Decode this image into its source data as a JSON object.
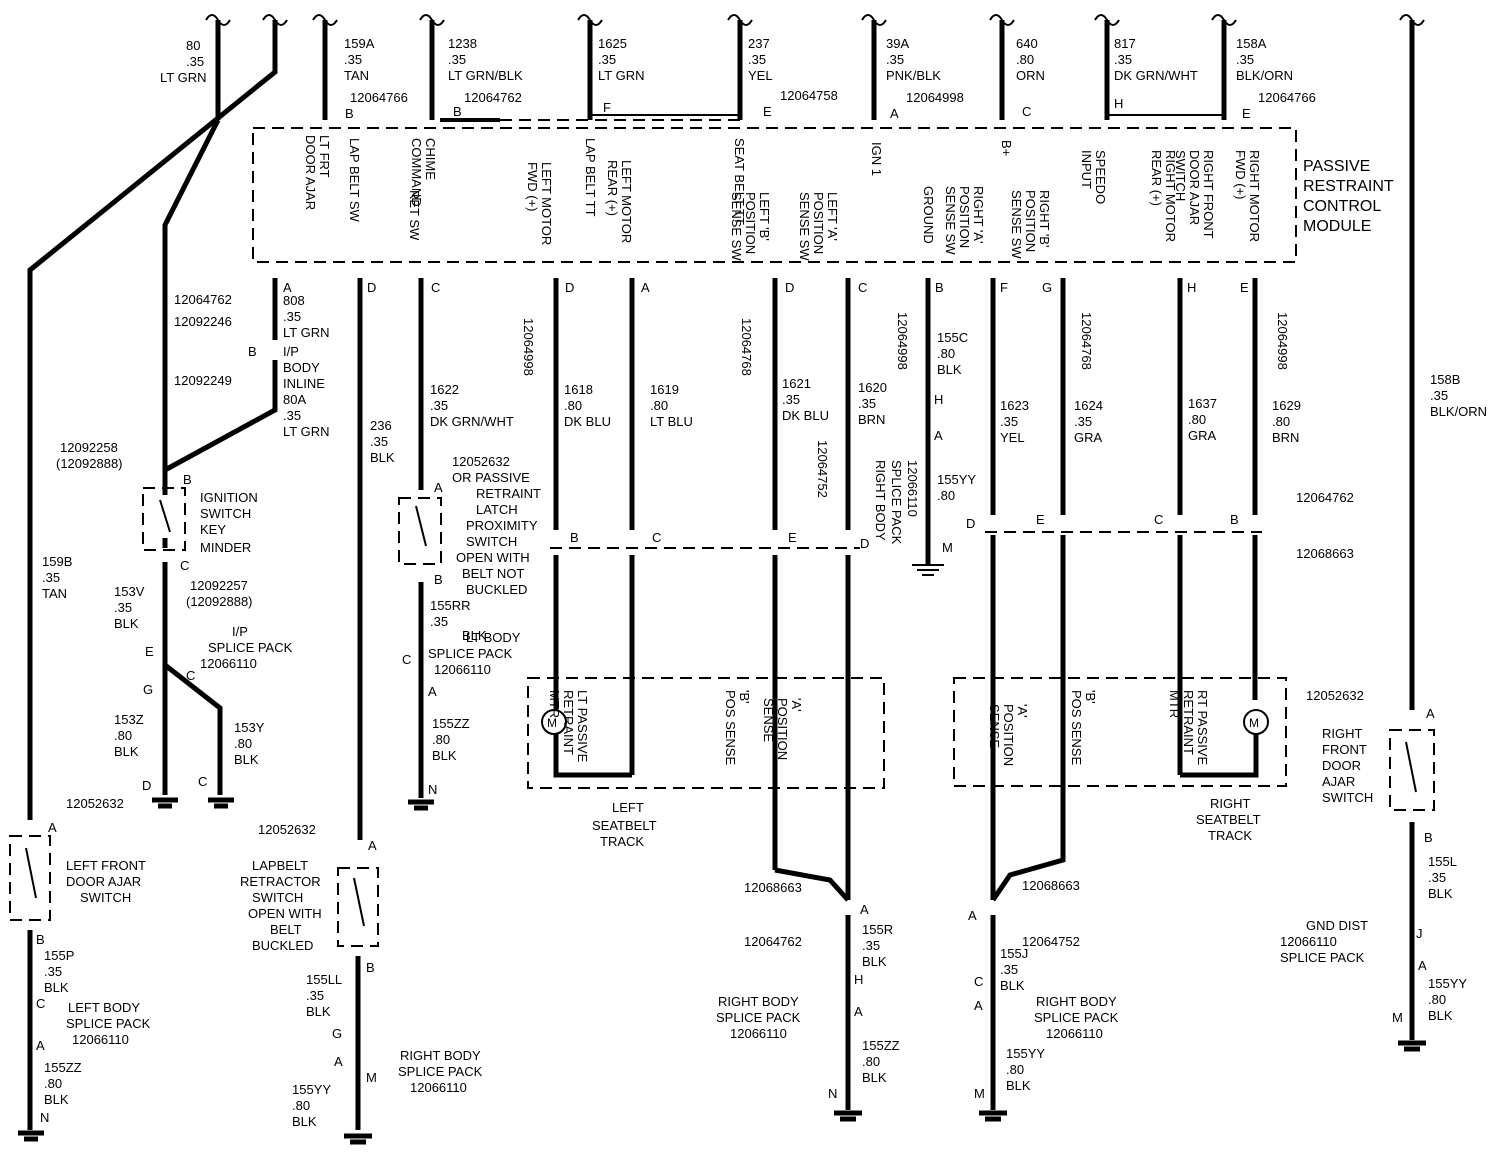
{
  "module_title": [
    "PASSIVE",
    "RESTRAINT",
    "CONTROL",
    "MODULE"
  ],
  "module_terminals": [
    [
      "LT FRT",
      "DOOR AJAR"
    ],
    [
      "LAP BELT SW"
    ],
    [
      "RET SW"
    ],
    [
      "CHIME",
      "COMMAND"
    ],
    [
      "LEFT MOTOR",
      "FWD (+)"
    ],
    [
      "LAP BELT TT"
    ],
    [
      "LEFT MOTOR",
      "REAR (+)"
    ],
    [
      "SEAT BELT TT"
    ],
    [
      "LEFT 'B'",
      "POSITION",
      "SENSE SW"
    ],
    [
      "LEFT 'A'",
      "POSITION",
      "SENSE SW"
    ],
    [
      "IGN 1"
    ],
    [
      "GROUND"
    ],
    [
      "RIGHT 'A'",
      "POSITION",
      "SENSE SW"
    ],
    [
      "B+"
    ],
    [
      "RIGHT 'B'",
      "POSITION",
      "SENSE SW"
    ],
    [
      "SPEEDO",
      "INPUT"
    ],
    [
      "RIGHT MOTOR",
      "REAR (+)"
    ],
    [
      "RIGHT FRONT",
      "DOOR AJAR",
      "SWITCH"
    ],
    [
      "RIGHT MOTOR",
      "FWD (+)"
    ]
  ],
  "top_wires": [
    [
      "80",
      ".35",
      "LT GRN"
    ],
    [
      "159A",
      ".35",
      "TAN"
    ],
    [
      "1238",
      ".35",
      "LT GRN/BLK"
    ],
    [
      "1625",
      ".35",
      "LT GRN"
    ],
    [
      "237",
      ".35",
      "YEL"
    ],
    [
      "39A",
      ".35",
      "PNK/BLK"
    ],
    [
      "640",
      ".80",
      "ORN"
    ],
    [
      "817",
      ".35",
      "DK GRN/WHT"
    ],
    [
      "158A",
      ".35",
      "BLK/ORN"
    ]
  ],
  "top_pins": [
    "B",
    "B",
    "F",
    "E",
    "A",
    "C",
    "H",
    "E"
  ],
  "top_connectors": [
    "12064766",
    "12064762",
    "12064758",
    "12064998",
    "12064766"
  ],
  "lower_pins": [
    "A",
    "D",
    "C",
    "D",
    "A",
    "D",
    "C",
    "B",
    "F",
    "G",
    "H",
    "E"
  ],
  "lower_connectors": [
    "12064762",
    "12092246",
    "12092249",
    "12064998",
    "12064768",
    "12064998",
    "12064768",
    "12064998"
  ],
  "inline_wires": [
    [
      "808",
      ".35",
      "LT GRN"
    ],
    [
      "80A",
      ".35",
      "LT GRN"
    ],
    [
      "236",
      ".35",
      "BLK"
    ],
    [
      "1622",
      ".35",
      "DK GRN/WHT"
    ],
    [
      "1618",
      ".80",
      "DK BLU"
    ],
    [
      "1619",
      ".80",
      "LT BLU"
    ],
    [
      "1621",
      ".35",
      "DK BLU"
    ],
    [
      "1620",
      ".35",
      "BRN"
    ],
    [
      "155C",
      ".80",
      "BLK"
    ],
    [
      "1623",
      ".35",
      "YEL"
    ],
    [
      "1624",
      ".35",
      "GRA"
    ],
    [
      "1637",
      ".80",
      "GRA"
    ],
    [
      "1629",
      ".80",
      "BRN"
    ],
    [
      "158B",
      ".35",
      "BLK/ORN"
    ],
    [
      "155YY",
      ".80",
      "BLK"
    ]
  ],
  "inline_texts": [
    "B",
    "I/P",
    "BODY",
    "INLINE",
    "12092258",
    "(12092888)",
    "B",
    "12052632",
    "OR PASSIVE",
    "RETRAINT",
    "LATCH",
    "PROXIMITY",
    "SWITCH",
    "OPEN WITH",
    "BELT NOT",
    "BUCKLED",
    "A",
    "B",
    "H",
    "A",
    "M",
    "RIGHT BODY",
    "SPLICE PACK",
    "12066110",
    "12064752",
    "12064762",
    "12068663",
    "D",
    "E",
    "C",
    "B",
    "B",
    "C",
    "E",
    "D"
  ],
  "components": {
    "ignition": [
      "IGNITION",
      "SWITCH",
      "KEY",
      "MINDER"
    ],
    "ignition_pins": [
      "C",
      "12092257",
      "(12092888)"
    ],
    "ip_splice": [
      "I/P",
      "SPLICE PACK",
      "12066110"
    ],
    "lt_body_splice": [
      "LT BODY",
      "SPLICE PACK",
      "12066110"
    ],
    "left_track": [
      "LEFT",
      "SEATBELT",
      "TRACK"
    ],
    "right_track": [
      "RIGHT",
      "SEATBELT",
      "TRACK"
    ],
    "lt_motor": [
      "LT PASSIVE",
      "RETRAINT",
      "MTR"
    ],
    "rt_motor": [
      "RT PASSIVE",
      "RETRAINT",
      "MTR"
    ],
    "b_pos_sense": [
      "'B'",
      "POS SENSE"
    ],
    "a_position": [
      "'A'",
      "POSITION",
      "SENSE"
    ],
    "left_door": [
      "LEFT FRONT",
      "DOOR AJAR",
      "SWITCH"
    ],
    "right_door": [
      "RIGHT",
      "FRONT",
      "DOOR",
      "AJAR",
      "SWITCH"
    ],
    "lapbelt": [
      "LAPBELT",
      "RETRACTOR",
      "SWITCH",
      "OPEN WITH",
      "BELT",
      "BUCKLED"
    ],
    "gnd_dist": [
      "GND DIST",
      "12066110",
      "SPLICE PACK"
    ]
  },
  "bottom_wires": [
    [
      "159B",
      ".35",
      "TAN"
    ],
    [
      "153V",
      ".35",
      "BLK"
    ],
    [
      "153Z",
      ".80",
      "BLK"
    ],
    [
      "153Y",
      ".80",
      "BLK"
    ],
    [
      "155RR",
      ".35",
      "BLK"
    ],
    [
      "155ZZ",
      ".80",
      "BLK"
    ],
    [
      "155P",
      ".35",
      "BLK"
    ],
    [
      "155ZZ",
      ".80",
      "BLK"
    ],
    [
      "155LL",
      ".35",
      "BLK"
    ],
    [
      "155YY",
      ".80",
      "BLK"
    ],
    [
      "155R",
      ".35",
      "BLK"
    ],
    [
      "155ZZ",
      ".80",
      "BLK"
    ],
    [
      "155J",
      ".35",
      "BLK"
    ],
    [
      "155YY",
      ".80",
      "BLK"
    ],
    [
      "155L",
      ".35",
      "BLK"
    ],
    [
      "155YY",
      ".80",
      "BLK"
    ]
  ],
  "bottom_texts": [
    "E",
    "G",
    "C",
    "D",
    "C",
    "C",
    "A",
    "N",
    "12052632",
    "A",
    "B",
    "C",
    "A",
    "N",
    "LEFT BODY",
    "SPLICE PACK",
    "12066110",
    "12052632",
    "A",
    "B",
    "G",
    "A",
    "M",
    "RIGHT BODY",
    "SPLICE PACK",
    "12066110",
    "12068663",
    "A",
    "12064762",
    "H",
    "A",
    "N",
    "RIGHT BODY",
    "SPLICE PACK",
    "12066110",
    "12068663",
    "A",
    "12064752",
    "C",
    "A",
    "M",
    "RIGHT BODY",
    "SPLICE PACK",
    "12066110",
    "12052632",
    "A",
    "B",
    "J",
    "A",
    "M"
  ]
}
